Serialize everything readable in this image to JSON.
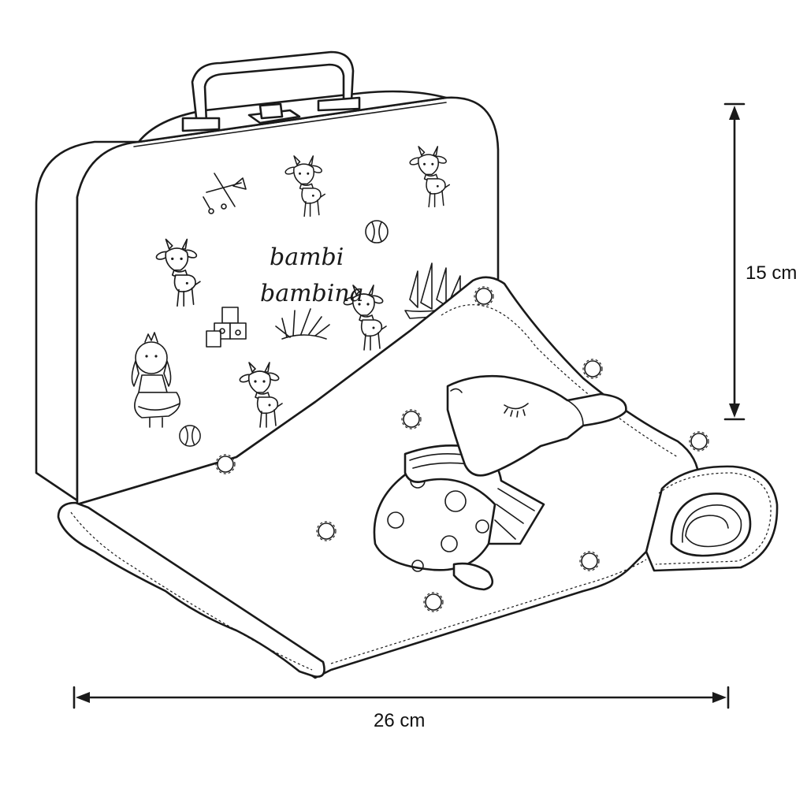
{
  "case": {
    "brand_line1": "bambi",
    "brand_line2": "bambina"
  },
  "dimensions": {
    "height_label": "15 cm",
    "width_label": "26 cm"
  },
  "icons": {
    "case_prints": [
      "fawn-icon",
      "airplane-icon",
      "ball-icon",
      "sailboat-icon",
      "toy-blocks-icon",
      "grass-icon",
      "doll-icon"
    ],
    "mat": [
      "pompom-icon",
      "fawn-plush-icon"
    ]
  }
}
